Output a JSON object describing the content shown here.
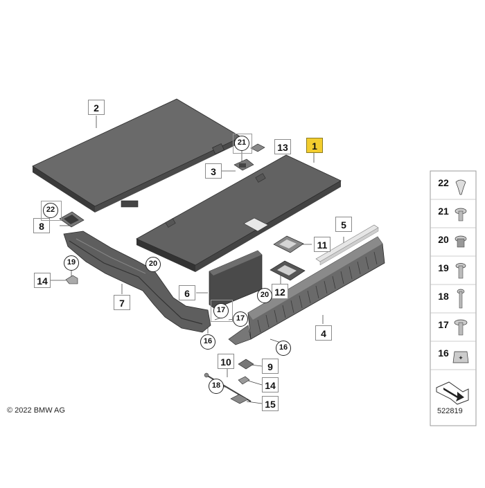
{
  "copyright": "© 2022 BMW AG",
  "diagram_number": "522819",
  "parts": {
    "p1": "1",
    "p2": "2",
    "p3": "3",
    "p4": "4",
    "p5": "5",
    "p6": "6",
    "p7": "7",
    "p8": "8",
    "p9": "9",
    "p10": "10",
    "p11": "11",
    "p12": "12",
    "p13": "13",
    "p14a": "14",
    "p14b": "14",
    "p15": "15"
  },
  "circled": {
    "c21": "21",
    "c22": "22",
    "c19": "19",
    "c20a": "20",
    "c20b": "20",
    "c17a": "17",
    "c17b": "17",
    "c16a": "16",
    "c16b": "16",
    "c18": "18"
  },
  "fasteners": [
    "22",
    "21",
    "20",
    "19",
    "18",
    "17",
    "16"
  ],
  "colors": {
    "selected": "#f3cd2e",
    "part_fill": "#5b5b5b",
    "part_edge": "#2b2b2b"
  }
}
